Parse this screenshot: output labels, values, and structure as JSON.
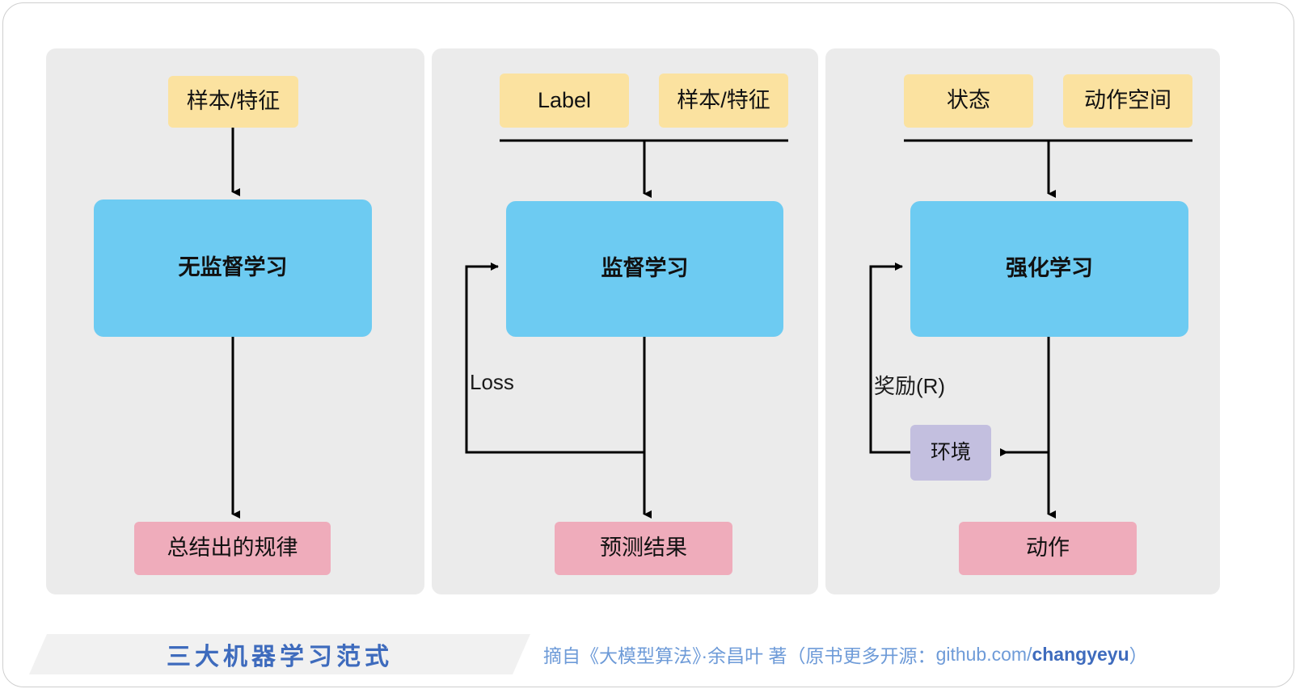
{
  "diagram": {
    "title": "三大机器学习范式",
    "colors": {
      "panel_bg": "#ebebeb",
      "input_box": "#fbe2a0",
      "process_box": "#6dcbf2",
      "output_box": "#efacbb",
      "environment_box": "#c3bfdf",
      "arrow": "#000000",
      "footer_accent": "#3e6bbd",
      "footer_text": "#6e9bd8"
    },
    "columns": [
      {
        "id": "unsupervised",
        "inputs": [
          {
            "label": "样本/特征"
          }
        ],
        "process": {
          "label": "无监督学习"
        },
        "output": {
          "label": "总结出的规律"
        },
        "feedback_label": null,
        "environment": null
      },
      {
        "id": "supervised",
        "inputs": [
          {
            "label": "Label"
          },
          {
            "label": "样本/特征"
          }
        ],
        "process": {
          "label": "监督学习"
        },
        "output": {
          "label": "预测结果"
        },
        "feedback_label": "Loss",
        "environment": null
      },
      {
        "id": "reinforcement",
        "inputs": [
          {
            "label": "状态"
          },
          {
            "label": "动作空间"
          }
        ],
        "process": {
          "label": "强化学习"
        },
        "output": {
          "label": "动作"
        },
        "feedback_label": "奖励(R)",
        "environment": {
          "label": "环境"
        }
      }
    ]
  },
  "footer": {
    "title": "三大机器学习范式",
    "credit_prefix": "摘自《大模型算法》·余昌叶 著（原书更多开源：",
    "credit_link_plain": "github.com/",
    "credit_link_handle": "changyeyu",
    "credit_suffix": "）"
  }
}
